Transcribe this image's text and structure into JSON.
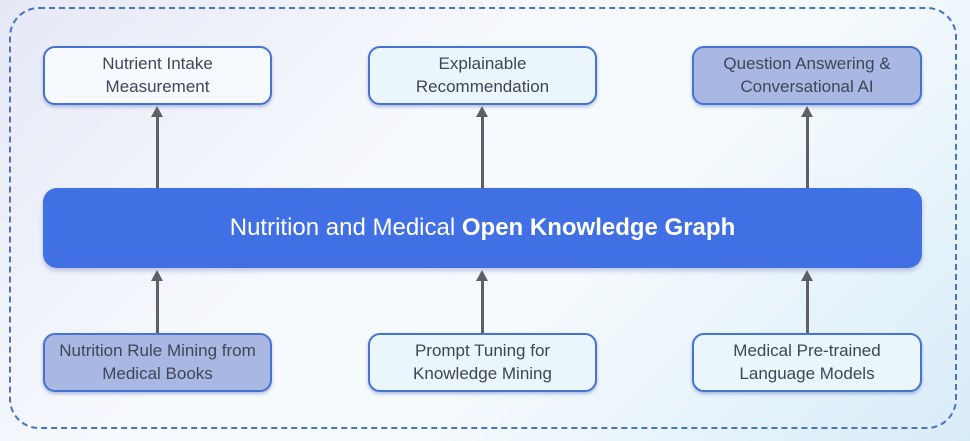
{
  "diagram": {
    "center_bar": {
      "text_regular": "Nutrition and Medical ",
      "text_bold": "Open Knowledge Graph"
    },
    "top_boxes": [
      {
        "label": "Nutrient Intake Measurement"
      },
      {
        "label": "Explainable Recommendation"
      },
      {
        "label": "Question Answering & Conversational AI"
      }
    ],
    "bottom_boxes": [
      {
        "label": "Nutrition Rule Mining from Medical Books"
      },
      {
        "label": "Prompt Tuning for Knowledge Mining"
      },
      {
        "label": "Medical Pre-trained Language Models"
      }
    ],
    "colors": {
      "bar_fill": "#4170e5",
      "box_border": "#4673cf",
      "box_fill_white": "#f6f9fe",
      "box_fill_light": "#eaf5fc",
      "box_fill_purple": "#a9b8e3",
      "arrow": "#5e6063",
      "frame_border": "#4a72c8",
      "text": "#3f4656"
    }
  }
}
